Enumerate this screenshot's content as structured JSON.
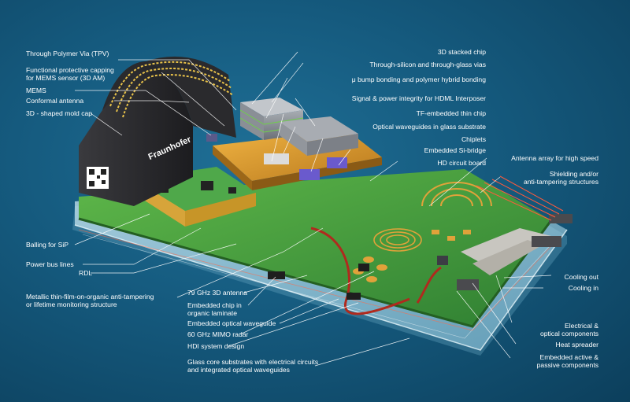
{
  "colors": {
    "background": "#155a7e",
    "leader": "#ffffff",
    "pcb_green": "#3f9a3a",
    "substrate_gold": "#d99a2a",
    "mold_black": "#2b2b2e"
  },
  "branding": {
    "logo_text": "Fraunhofer"
  },
  "labels_left": [
    {
      "id": "tpv",
      "lines": [
        "Through Polymer Via (TPV)"
      ]
    },
    {
      "id": "capping",
      "lines": [
        "Functional protective capping",
        "for MEMS sensor (3D AM)"
      ]
    },
    {
      "id": "mems",
      "lines": [
        "MEMS"
      ]
    },
    {
      "id": "antenna",
      "lines": [
        "Conformal antenna"
      ]
    },
    {
      "id": "moldcap",
      "lines": [
        "3D - shaped mold cap"
      ]
    },
    {
      "id": "balling",
      "lines": [
        "Balling for SiP"
      ]
    },
    {
      "id": "powerbus",
      "lines": [
        "Power bus lines"
      ]
    },
    {
      "id": "rdl",
      "lines": [
        "RDL"
      ]
    },
    {
      "id": "metallic",
      "lines": [
        "Metallic thin-film-on-organic anti-tampering",
        "or lifetime monitoring structure"
      ]
    }
  ],
  "labels_bottom": [
    {
      "id": "ant79",
      "lines": [
        "79 GHz 3D antenna"
      ]
    },
    {
      "id": "embchip",
      "lines": [
        "Embedded chip in",
        "organic laminate"
      ]
    },
    {
      "id": "embwave",
      "lines": [
        "Embedded optical waveguide"
      ]
    },
    {
      "id": "mimo",
      "lines": [
        "60 GHz MIMO radar"
      ]
    },
    {
      "id": "hdi",
      "lines": [
        "HDI system design"
      ]
    },
    {
      "id": "glasscore",
      "lines": [
        "Glass core substrates with electrical circuits",
        "and integrated optical waveguides"
      ]
    }
  ],
  "labels_top_right": [
    {
      "id": "stacked",
      "lines": [
        "3D stacked chip"
      ]
    },
    {
      "id": "tsv",
      "lines": [
        "Through-silicon and through-glass vias"
      ]
    },
    {
      "id": "ubump",
      "lines": [
        "μ bump bonding and polymer hybrid bonding"
      ]
    },
    {
      "id": "signal",
      "lines": [
        "Signal & power integrity for HDML Interposer"
      ]
    },
    {
      "id": "tfchip",
      "lines": [
        "TF-embedded thin chip"
      ]
    },
    {
      "id": "optwave",
      "lines": [
        "Optical waveguides in glass substrate"
      ]
    },
    {
      "id": "chiplets",
      "lines": [
        "Chiplets"
      ]
    },
    {
      "id": "sibridge",
      "lines": [
        "Embedded Si-bridge"
      ]
    },
    {
      "id": "hdboard",
      "lines": [
        "HD circuit board"
      ]
    }
  ],
  "labels_right": [
    {
      "id": "antarray",
      "lines": [
        "Antenna array for high speed"
      ]
    },
    {
      "id": "shield",
      "lines": [
        "Shielding and/or",
        "anti-tampering structures"
      ]
    },
    {
      "id": "coolout",
      "lines": [
        "Cooling out"
      ]
    },
    {
      "id": "coolin",
      "lines": [
        "Cooling in"
      ]
    },
    {
      "id": "elecopt",
      "lines": [
        "Electrical &",
        "optical components"
      ]
    },
    {
      "id": "heat",
      "lines": [
        "Heat spreader"
      ]
    },
    {
      "id": "embact",
      "lines": [
        "Embedded active &",
        "passive components"
      ]
    }
  ]
}
